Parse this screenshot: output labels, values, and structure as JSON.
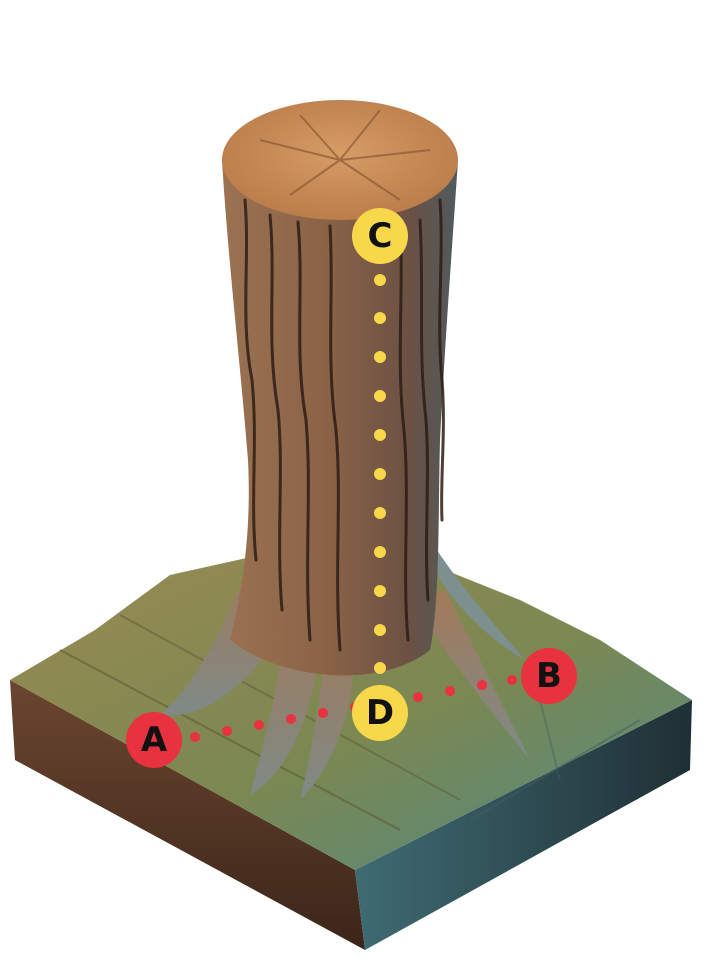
{
  "points": {
    "A": {
      "label": "A"
    },
    "B": {
      "label": "B"
    },
    "C": {
      "label": "C"
    },
    "D": {
      "label": "D"
    }
  },
  "colors": {
    "horizontal_path": "#e8323f",
    "vertical_path": "#f7d84a",
    "marker_text": "#111111",
    "trunk": "#8a6448",
    "trunk_top": "#c98a56",
    "ground_top": "#7d8a55",
    "ground_side": "#5a3c2c"
  },
  "illustration": {
    "subject": "tree-stump-on-wooden-ground-block"
  }
}
